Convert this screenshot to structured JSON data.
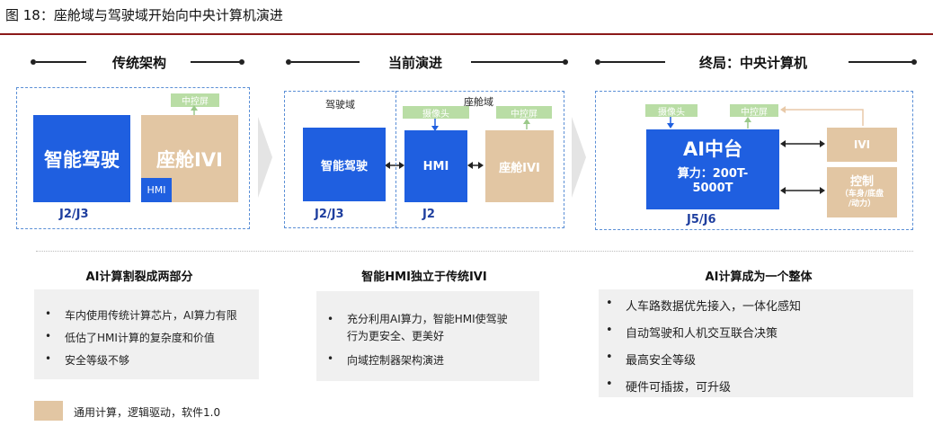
{
  "figure_title": "图 18：座舱域与驾驶域开始向中央计算机演进",
  "sections": [
    {
      "header": "传统架构"
    },
    {
      "header": "当前演进"
    },
    {
      "header": "终局：中央计算机"
    }
  ],
  "panel1": {
    "blue_box": "智能驾驶",
    "tan_box": "座舱IVI",
    "hmi": "HMI",
    "tag": "中控屏",
    "label": "J2/J3"
  },
  "panel2": {
    "zone_left": "驾驶域",
    "zone_right": "座舱域",
    "blue_box": "智能驾驶",
    "hmi_box": "HMI",
    "tan_box": "座舱IVI",
    "tag_camera": "摄像头",
    "tag_screen": "中控屏",
    "label_left": "J2/J3",
    "label_right": "J2"
  },
  "panel3": {
    "ai_title": "AI中台",
    "ai_power_1": "算力：200T-",
    "ai_power_2": "5000T",
    "tag_camera": "摄像头",
    "tag_screen": "中控屏",
    "ivi": "IVI",
    "control": "控制",
    "control_sub_1": "（车身/底盘",
    "control_sub_2": "/动力）",
    "label": "J5/J6"
  },
  "summaries": [
    {
      "heading": "AI计算割裂成两部分",
      "bullets": [
        "车内使用传统计算芯片，AI算力有限",
        "低估了HMI计算的复杂度和价值",
        "安全等级不够"
      ]
    },
    {
      "heading": "智能HMI独立于传统IVI",
      "bullets": [
        "充分利用AI算力，智能HMI使驾驶行为更安全、更美好",
        "向域控制器架构演进"
      ]
    },
    {
      "heading": "AI计算成为一个整体",
      "bullets": [
        "人车路数据优先接入，一体化感知",
        "自动驾驶和人机交互联合决策",
        "最高安全等级",
        "硬件可插拔，可升级"
      ]
    }
  ],
  "legend": {
    "text": "通用计算，逻辑驱动，软件1.0"
  },
  "colors": {
    "blue": "#1f5fe0",
    "tan": "#e2c6a3",
    "green_tag": "#b9dda5",
    "rule": "#8b1a1a"
  }
}
